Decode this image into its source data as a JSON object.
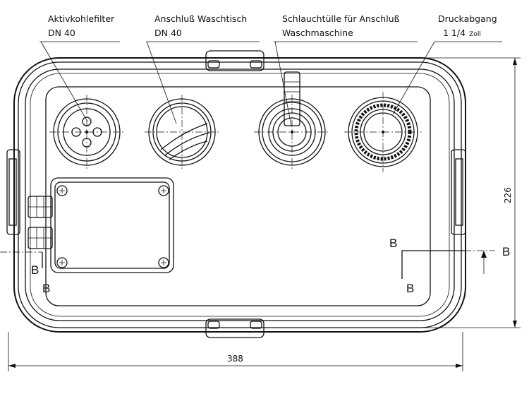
{
  "labels": {
    "carbon_filter": "Aktivkohlefilter",
    "carbon_filter_dn": "DN 40",
    "sink_connection": "Anschluß Waschtisch",
    "sink_connection_dn": "DN 40",
    "hose_nozzle_line1": "Schlauchtülle für Anschluß",
    "hose_nozzle_line2": "Waschmaschine",
    "pressure_outlet": "Druckabgang",
    "pressure_outlet_size": "1 1/4",
    "pressure_outlet_unit": "Zoll"
  },
  "dimensions": {
    "width": "388",
    "height": "226"
  },
  "section_marks": {
    "right": "B",
    "inner_upper": "B",
    "inner_lower": "B",
    "left_lower": "B",
    "left_mid": "B"
  }
}
